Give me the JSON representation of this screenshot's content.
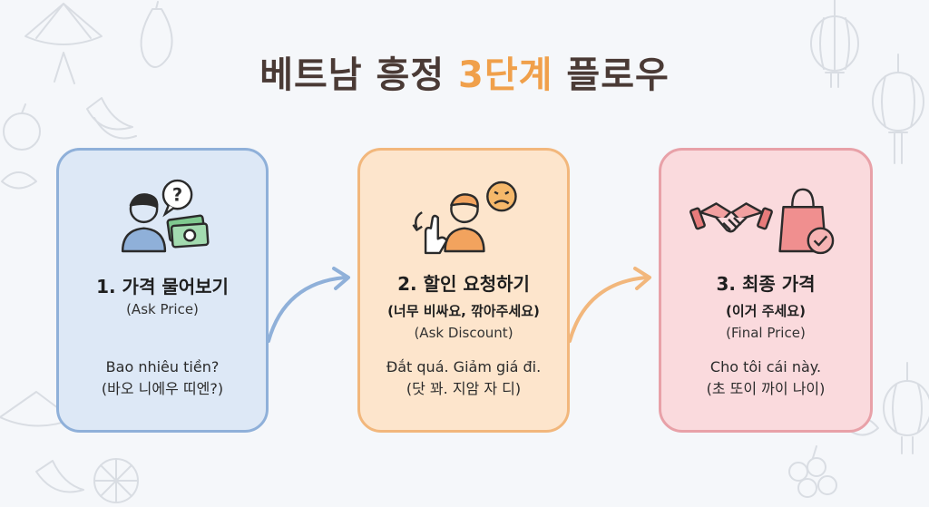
{
  "title": {
    "prefix": "베트남 흥정 ",
    "accent": "3단계",
    "suffix": " 플로우"
  },
  "colors": {
    "accent": "#f0a04b",
    "step1_bg": "#dde8f6",
    "step2_bg": "#fde5cc",
    "step3_bg": "#fadadd"
  },
  "steps": [
    {
      "title": "1. 가격 물어보기",
      "subtitle": "",
      "english": "(Ask Price)",
      "phrase_vi": "Bao nhiêu tiền?",
      "phrase_ko": "(바오 니에우 띠엔?)",
      "icons": [
        "person-icon",
        "question-bubble-icon",
        "money-icon"
      ]
    },
    {
      "title": "2. 할인 요청하기",
      "subtitle": "(너무 비싸요, 깎아주세요)",
      "english": "(Ask Discount)",
      "phrase_vi": "Đắt quá. Giảm giá đi.",
      "phrase_ko": "(닷 꽈. 지암 자 디)",
      "icons": [
        "person-gesture-icon",
        "sad-face-icon"
      ]
    },
    {
      "title": "3. 최종 가격",
      "subtitle": "(이거 주세요)",
      "english": "(Final Price)",
      "phrase_vi": "Cho tôi cái này.",
      "phrase_ko": "(초 또이 까이 나이)",
      "icons": [
        "handshake-icon",
        "shopping-bag-check-icon"
      ]
    }
  ]
}
